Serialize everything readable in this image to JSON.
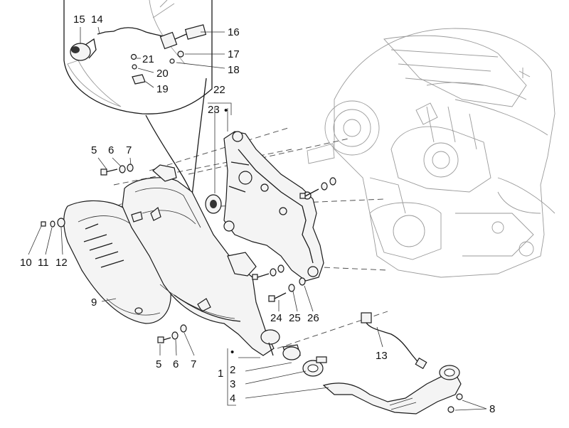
{
  "callouts": [
    "1",
    "2",
    "3",
    "4",
    "5",
    "6",
    "7",
    "8",
    "9",
    "10",
    "11",
    "12",
    "13",
    "14",
    "15",
    "16",
    "17",
    "18",
    "19",
    "20",
    "21",
    "22",
    "23",
    "24",
    "25",
    "26"
  ],
  "bottom_group": {
    "5": "5",
    "6": "6",
    "7": "7"
  },
  "left_group": {
    "5": "5",
    "6": "6",
    "7": "7"
  },
  "bullet": "•",
  "icons": [
    "engine-icon",
    "exhaust-muffler-icon",
    "heat-shield-icon",
    "muffler-bracket-icon",
    "lambda-sensor-icon",
    "exhaust-pipe-icon",
    "gasket-icon",
    "clamp-icon",
    "bolt-icon",
    "washer-icon",
    "nut-icon",
    "bearing-icon"
  ]
}
